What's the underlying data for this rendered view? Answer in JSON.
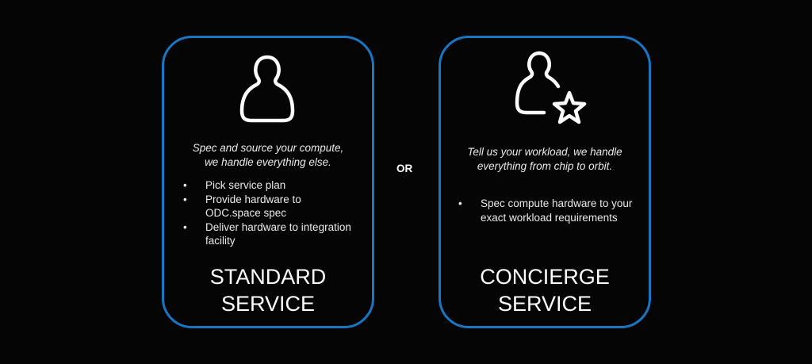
{
  "standard": {
    "icon": "person-icon",
    "tagline": [
      "Spec and source your compute,",
      "we handle everything else."
    ],
    "bullets": [
      "Pick service plan",
      "Provide hardware to ODC.space spec",
      "Deliver hardware to integration facility"
    ],
    "title": [
      "STANDARD",
      "SERVICE"
    ]
  },
  "separator": "OR",
  "concierge": {
    "icon": "person-star-icon",
    "tagline": [
      "Tell us your workload, we handle",
      "everything from chip to orbit."
    ],
    "bullets": [
      "Spec compute hardware to your exact workload requirements"
    ],
    "title": [
      "CONCIERGE",
      "SERVICE"
    ]
  },
  "colors": {
    "border": "#1976c2",
    "background": "#050505"
  }
}
